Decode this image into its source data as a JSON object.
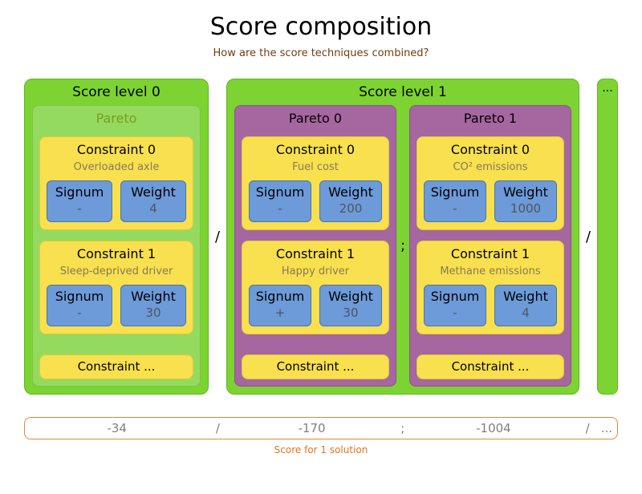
{
  "title": "Score composition",
  "subtitle": "How are the score techniques combined?",
  "colors": {
    "level_green": "#7cd332",
    "pareto_light_green": "#94da5f",
    "pareto_purple": "#a666a0",
    "constraint_yellow": "#f8e04e",
    "signum_weight_blue": "#6d9ad8",
    "score_bar_orange": "#e0873a",
    "caption_orange": "#e0761c"
  },
  "level0": {
    "label": "Score level 0",
    "pareto": {
      "label": "Pareto",
      "c0": {
        "title": "Constraint 0",
        "subtitle": "Overloaded axle",
        "signum_label": "Signum",
        "signum_value": "-",
        "weight_label": "Weight",
        "weight_value": "4"
      },
      "c1": {
        "title": "Constraint 1",
        "subtitle": "Sleep-deprived driver",
        "signum_label": "Signum",
        "signum_value": "-",
        "weight_label": "Weight",
        "weight_value": "30"
      },
      "more": "Constraint ..."
    }
  },
  "level1": {
    "label": "Score level 1",
    "pareto0": {
      "label": "Pareto 0",
      "c0": {
        "title": "Constraint 0",
        "subtitle": "Fuel cost",
        "signum_label": "Signum",
        "signum_value": "-",
        "weight_label": "Weight",
        "weight_value": "200"
      },
      "c1": {
        "title": "Constraint 1",
        "subtitle": "Happy driver",
        "signum_label": "Signum",
        "signum_value": "+",
        "weight_label": "Weight",
        "weight_value": "30"
      },
      "more": "Constraint ..."
    },
    "pareto1": {
      "label": "Pareto 1",
      "c0": {
        "title": "Constraint 0",
        "subtitle": "CO² emissions",
        "signum_label": "Signum",
        "signum_value": "-",
        "weight_label": "Weight",
        "weight_value": "1000"
      },
      "c1": {
        "title": "Constraint 1",
        "subtitle": "Methane emissions",
        "signum_label": "Signum",
        "signum_value": "-",
        "weight_label": "Weight",
        "weight_value": "4"
      },
      "more": "Constraint ..."
    }
  },
  "more_level": {
    "label": "..."
  },
  "separators": {
    "level_sep_1": "/",
    "pareto_sep": ";",
    "level_sep_2": "/"
  },
  "score_bar": {
    "cells": {
      "v0": "-34",
      "s1": "/",
      "v1": "-170",
      "s2": ";",
      "v2": "-1004",
      "s3": "/",
      "v3": "..."
    },
    "caption": "Score for 1 solution"
  }
}
